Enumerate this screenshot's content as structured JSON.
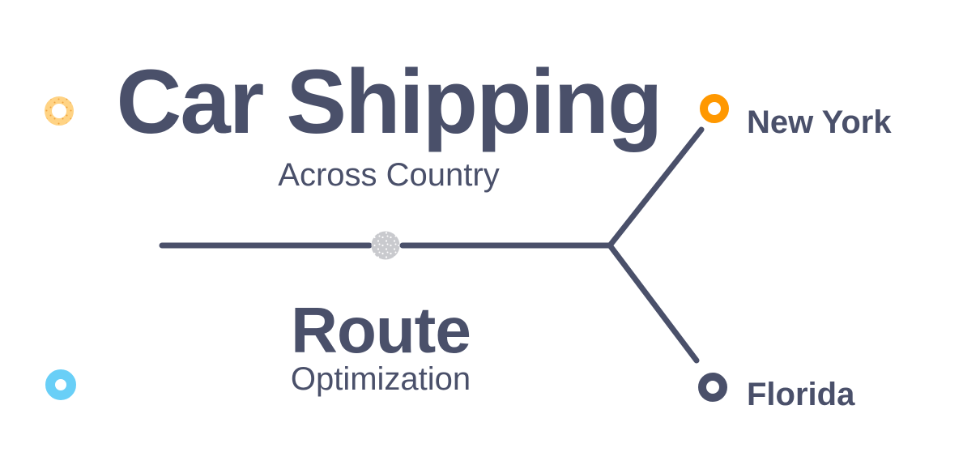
{
  "infographic": {
    "title": "Car Shipping",
    "title_subtitle": "Across Country",
    "secondary_title": "Route",
    "secondary_subtitle": "Optimization"
  },
  "destinations": [
    {
      "label": "New York",
      "marker_color": "#FF9800"
    },
    {
      "label": "Florida",
      "marker_color": "#4A506A"
    }
  ],
  "decorations": {
    "yellow_donut_color": "#FFD384",
    "yellow_donut_speckle_color": "#F0A23C",
    "blue_donut_color": "#69CFF7",
    "center_dot_color": "#C9CACE",
    "center_dot_speckle_color": "#FFFFFF"
  },
  "colors": {
    "text": "#4A506A",
    "line": "#4A506A",
    "background": "#FFFFFF"
  }
}
